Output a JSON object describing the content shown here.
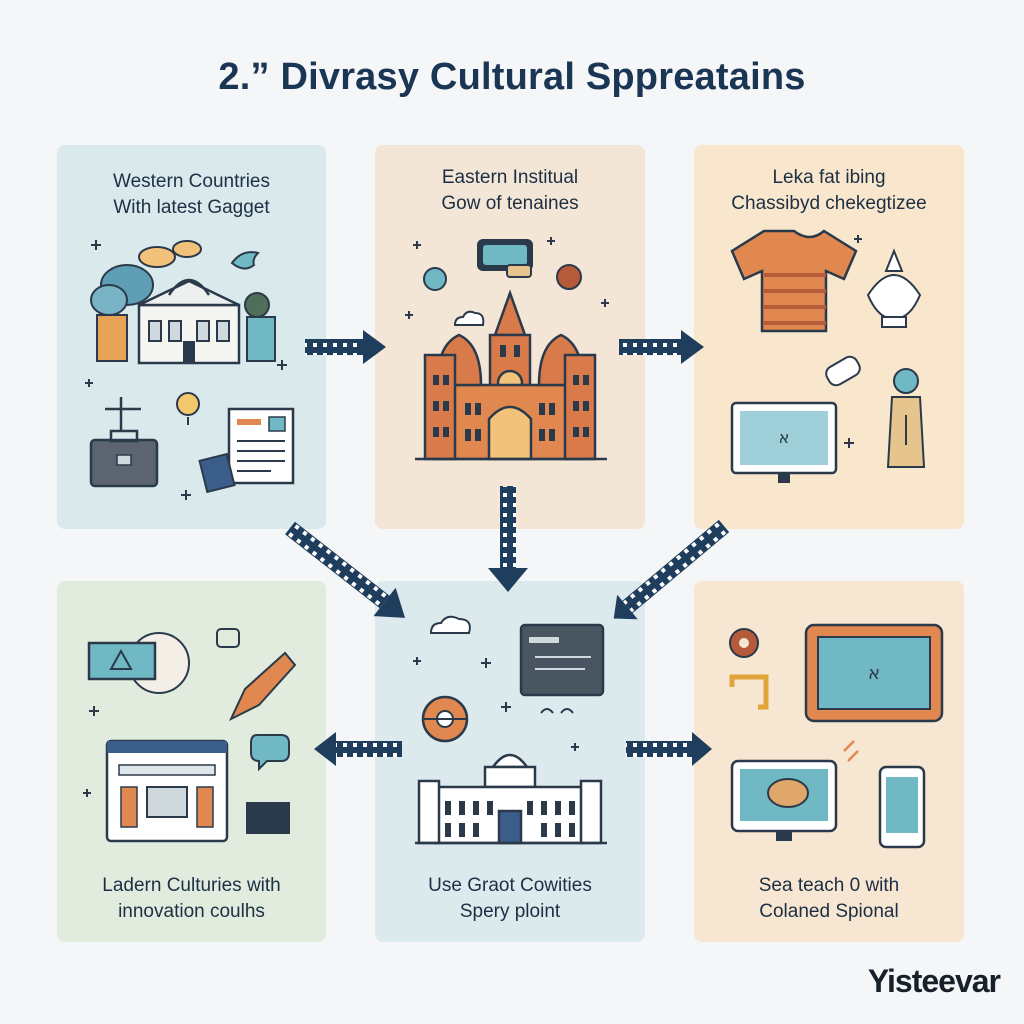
{
  "title": "2.” Divrasy Cultural Sppreatains",
  "panels": {
    "top_left": {
      "line1": "Western Countries",
      "line2": "With latest Gagget",
      "bg": "#d9e9ec"
    },
    "top_center": {
      "line1": "Eastern Institual",
      "line2": "Gow of tenaines",
      "bg": "#f4e6d6"
    },
    "top_right": {
      "line1": "Leka fat ibing",
      "line2": "Chassibyd chekegtizee",
      "bg": "#f8e7cd"
    },
    "bottom_left": {
      "line1": "Ladern Culturies with",
      "line2": "innovation coulhs",
      "bg": "#e2ecde"
    },
    "bottom_center": {
      "line1": "Use Graot Cowities",
      "line2": "Spery ploint",
      "bg": "#dceaee"
    },
    "bottom_right": {
      "line1": "Sea teach 0 with",
      "line2": "Colaned Spional",
      "bg": "#f6e6d2"
    }
  },
  "icons": {
    "top_left_screen_glyph": "",
    "top_right_screen_glyph": "א",
    "bottom_right_screen_glyph": "א"
  },
  "brand": "Yisteevar",
  "colors": {
    "arrow": "#1f3d5c",
    "outline": "#2b3a4a",
    "orange": "#e0884f",
    "teal": "#6fb8c4"
  }
}
